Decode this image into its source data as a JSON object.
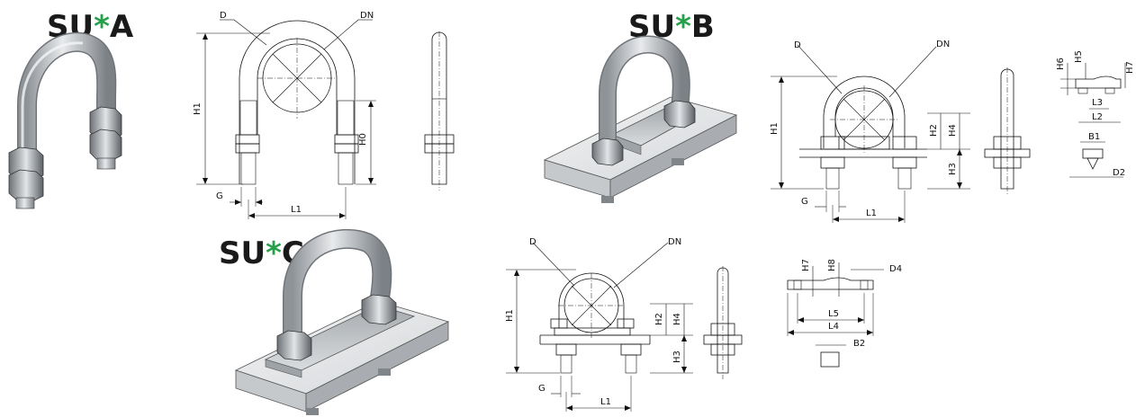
{
  "titles": {
    "a": {
      "prefix": "SU",
      "star": "*",
      "suffix": "A"
    },
    "b": {
      "prefix": "SU",
      "star": "*",
      "suffix": "B"
    },
    "c": {
      "prefix": "SU",
      "star": "*",
      "suffix": "C"
    }
  },
  "colors": {
    "star": "#27a04c",
    "text": "#1a1a1a",
    "steel": "#b8bcc0"
  },
  "labels": {
    "a": {
      "D": "D",
      "DN": "DN",
      "H1": "H1",
      "H0": "H0",
      "G": "G",
      "L1": "L1"
    },
    "b": {
      "D": "D",
      "DN": "DN",
      "H1": "H1",
      "H2": "H2",
      "H3": "H3",
      "H4": "H4",
      "G": "G",
      "L1": "L1",
      "H5": "H5",
      "H6": "H6",
      "H7": "H7",
      "L2": "L2",
      "L3": "L3",
      "B1": "B1",
      "D2": "D2"
    },
    "c": {
      "D": "D",
      "DN": "DN",
      "H1": "H1",
      "H2": "H2",
      "H3": "H3",
      "H4": "H4",
      "G": "G",
      "L1": "L1",
      "H7": "H7",
      "H8": "H8",
      "D4": "D4",
      "L4": "L4",
      "L5": "L5",
      "B2": "B2"
    }
  }
}
